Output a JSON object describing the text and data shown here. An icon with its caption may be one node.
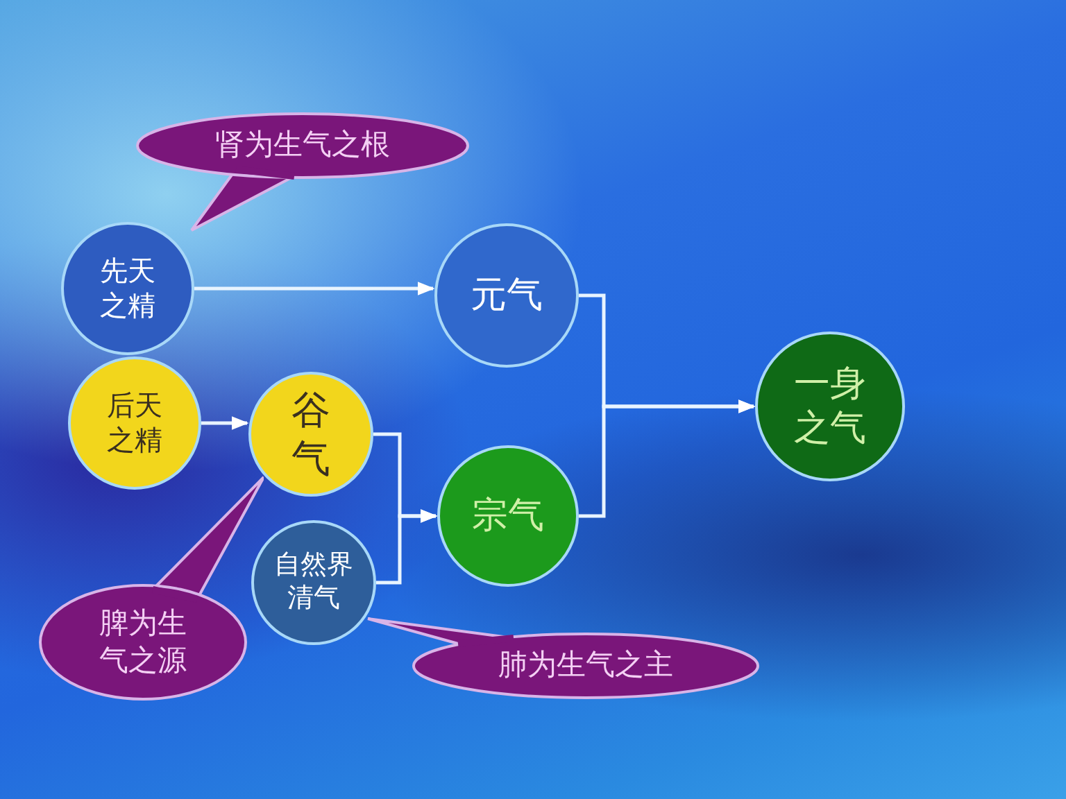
{
  "diagram": {
    "nodes": [
      {
        "text": [
          "肾为生气之根"
        ]
      },
      {
        "text": [
          "先天之精"
        ]
      },
      {
        "text": [
          "元气"
        ]
      },
      {
        "text": [
          "后天之精"
        ]
      },
      {
        "text": [
          "谷气"
        ]
      },
      {
        "text": [
          "一身之气"
        ]
      },
      {
        "text": [
          "宗气"
        ]
      },
      {
        "text": [
          "自然界清气"
        ]
      },
      {
        "text": [
          "脾为生气之源"
        ]
      },
      {
        "text": [
          "肺为生气之主"
        ]
      }
    ],
    "edges": [
      {
        "from": 1,
        "to": 2,
        "arrow": "to"
      },
      {
        "from": 3,
        "to": 4,
        "arrow": "to"
      },
      {
        "from": 4,
        "to": 6,
        "arrow": "to"
      },
      {
        "from": 7,
        "to": 6,
        "arrow": "to"
      },
      {
        "from": 2,
        "to": 5,
        "arrow": "to"
      },
      {
        "from": 6,
        "to": 5,
        "arrow": "to"
      }
    ]
  }
}
